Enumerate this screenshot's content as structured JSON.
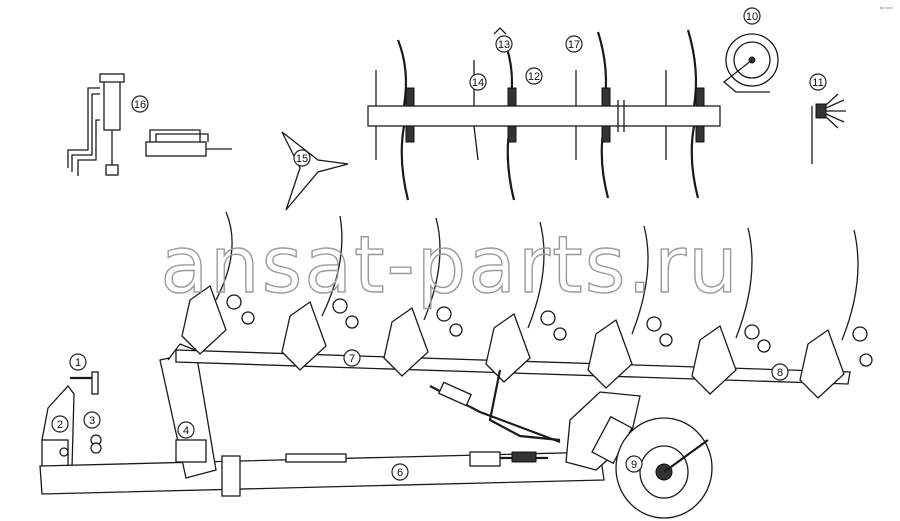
{
  "watermark": "ansat-parts.ru",
  "corner_code": "ᵖᵖ ᵒᵒᵒᵒ",
  "callouts": [
    "1",
    "2",
    "3",
    "4",
    "6",
    "7",
    "8",
    "9",
    "10",
    "11",
    "12",
    "13",
    "14",
    "15",
    "16",
    "17"
  ]
}
